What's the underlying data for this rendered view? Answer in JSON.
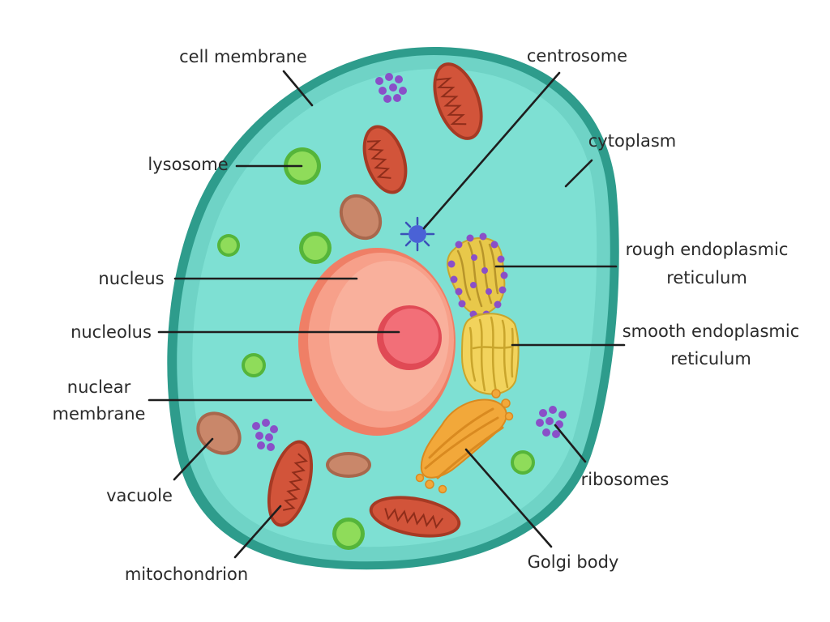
{
  "diagram": {
    "labels": {
      "cell_membrane": "cell membrane",
      "centrosome": "centrosome",
      "cytoplasm": "cytoplasm",
      "lysosome": "lysosome",
      "rough_er_line1": "rough endoplasmic",
      "rough_er_line2": "reticulum",
      "nucleus": "nucleus",
      "nucleolus": "nucleolus",
      "smooth_er_line1": "smooth endoplasmic",
      "smooth_er_line2": "reticulum",
      "nuclear_membrane_line1": "nuclear",
      "nuclear_membrane_line2": "membrane",
      "vacuole": "vacuole",
      "ribosomes": "ribosomes",
      "mitochondrion": "mitochondrion",
      "golgi_body": "Golgi body"
    },
    "colors": {
      "membrane": "#2e9c8c",
      "cytoplasm": "#6fd3c6",
      "cytoplasm_inner": "#7ee0d3",
      "nucleus": "#f7a08a",
      "nucleus_outline": "#ef7f66",
      "nucleolus": "#f26f78",
      "nucleolus_outline": "#e04a55",
      "mitochondrion": "#d2543a",
      "mitochondrion_outline": "#a63a24",
      "lysosome": "#8fdc5a",
      "lysosome_outline": "#55b53a",
      "vacuole": "#c9876a",
      "ribosome": "#8a4fc8",
      "centrosome": "#4a62d6",
      "rough_er": "#f0d45a",
      "smooth_er": "#f2d35c",
      "golgi": "#f2a83a"
    }
  }
}
